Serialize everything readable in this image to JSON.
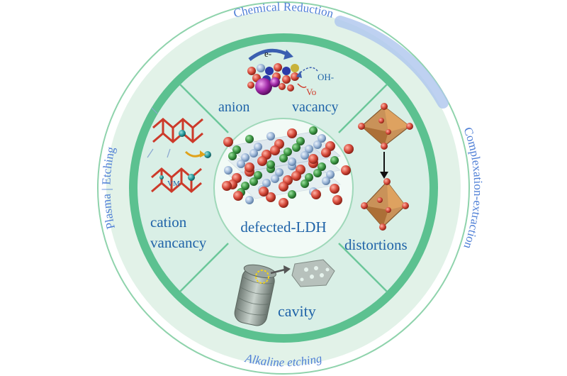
{
  "diagram": {
    "center_label": "defected-LDH",
    "outer_labels": {
      "top": "Chemical Reduction",
      "right": "Complexation-extraction",
      "bottom": "Alkaline etching",
      "left": "Plasma | Etching"
    },
    "sectors": {
      "top": {
        "label_left": "anion",
        "label_right": "vacancy",
        "electron": "e-",
        "hydroxide": "OH-",
        "vacancy_symbol": "Vo"
      },
      "left": {
        "line1": "cation",
        "line2": "vancancy",
        "vacancy_symbol": "VM"
      },
      "right": {
        "label": "distortions"
      },
      "bottom": {
        "label": "cavity"
      }
    },
    "colors": {
      "ring_outer": "#d7ecdf",
      "ring_band": "#58bf8d",
      "sector_fill": "#d9efe6",
      "core_fill": "#f4faf7",
      "label_blue": "#1f63a8",
      "accent_blue": "#4f7fd6",
      "atom_red": "#d64a3b",
      "atom_green": "#3f9a46",
      "atom_blue": "#9db7d8"
    }
  }
}
